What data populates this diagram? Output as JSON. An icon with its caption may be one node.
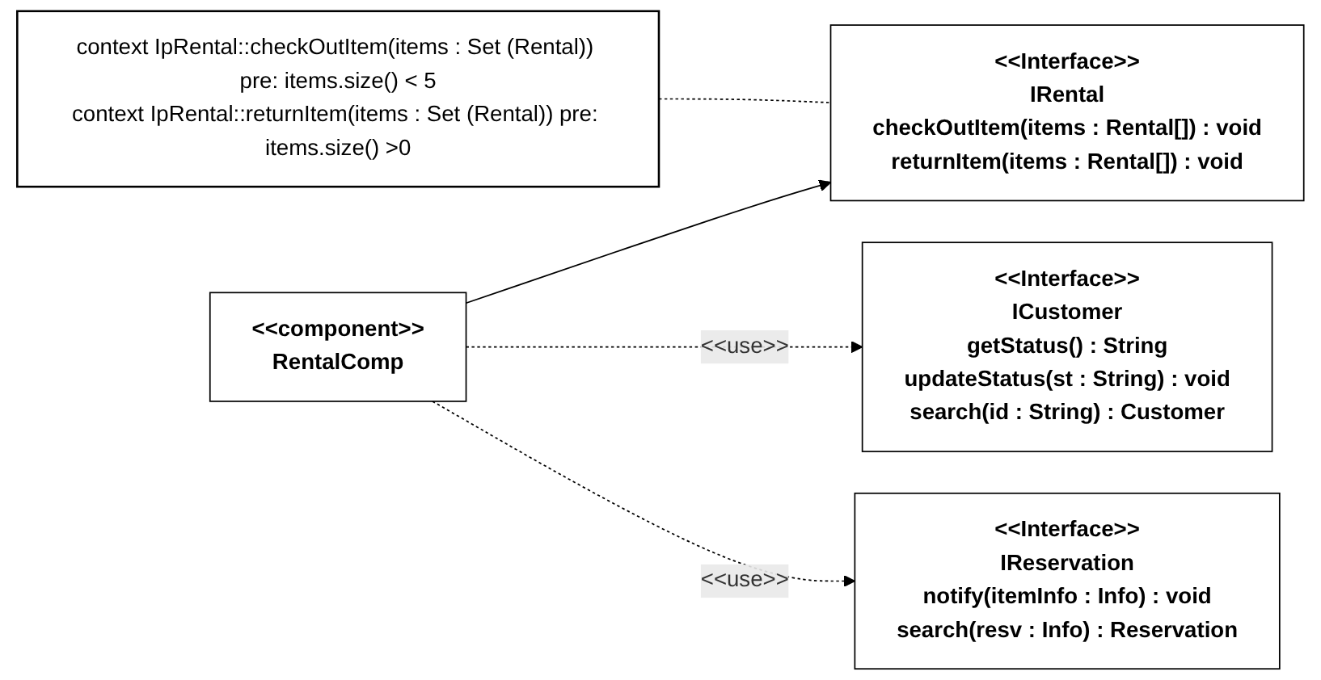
{
  "diagram": {
    "nodes": [
      {
        "text": [
          "<<Interface>>",
          "IRental",
          "checkOutItem(items : Rental[]) : void",
          "returnItem(items : Rental[]) : void"
        ]
      },
      {
        "text": [
          "<<Interface>>",
          "ICustomer",
          "getStatus() : String",
          "updateStatus(st : String) : void",
          "search(id : String) : Customer"
        ]
      },
      {
        "text": [
          "<<component>>",
          "RentalComp"
        ]
      },
      {
        "text": [
          "<<Interface>>",
          "IReservation",
          "notify(itemInfo : Info) : void",
          "search(resv : Info) : Reservation"
        ]
      },
      {
        "text": [
          "context IpRental::checkOutItem(items : Set (Rental)) pre: items.size() < 5",
          "context IpRental::returnItem(items : Set (Rental)) pre: items.size() >0"
        ]
      }
    ],
    "edges": [
      {
        "from": 2,
        "to": 0,
        "arrow": "to"
      },
      {
        "from": 2,
        "to": 1,
        "arrow": "to",
        "label": "<<use>>",
        "style": "dashed"
      },
      {
        "from": 2,
        "to": 3,
        "arrow": "to",
        "label": "<<use>>",
        "style": "dashed"
      },
      {
        "from": 4,
        "to": 0,
        "arrow": "none",
        "style": "dashed"
      }
    ]
  }
}
